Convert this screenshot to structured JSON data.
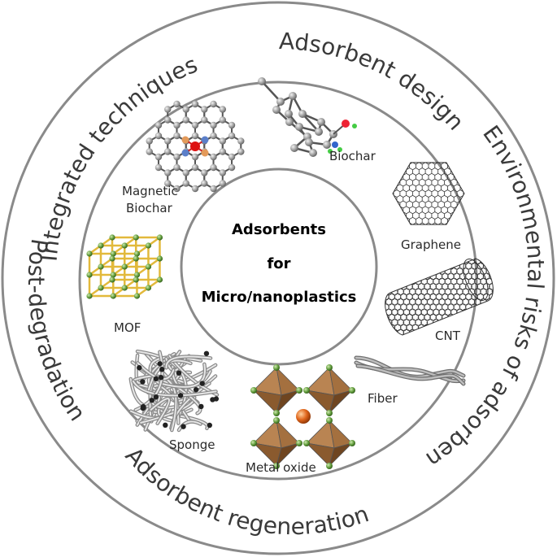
{
  "center": {
    "line1": "Adsorbents",
    "line2": "for",
    "line3": "Micro/nanoplastics"
  },
  "outer_ring": {
    "integrated": "Integrated techniques",
    "design": "Adsorbent design",
    "environmental": "Environmental risks of adsorbents",
    "regeneration": "Adsorbent regeneration",
    "postdeg": "Post-degradation"
  },
  "adsorbents": {
    "biochar": "Biochar",
    "magnetic_line1": "Magnetic",
    "magnetic_line2": "Biochar",
    "graphene": "Graphene",
    "mof": "MOF",
    "cnt": "CNT",
    "fiber": "Fiber",
    "sponge": "Sponge",
    "metal_oxide": "Metal oxide"
  },
  "colors": {
    "ring_stroke": "#8a8a8a",
    "atom_gray": "#8d8d8d",
    "atom_green": "#5f9a3a",
    "mof_bond": "#e2b93b",
    "oxide_fill": "#a4703f",
    "oxide_center": "#d9601a"
  }
}
